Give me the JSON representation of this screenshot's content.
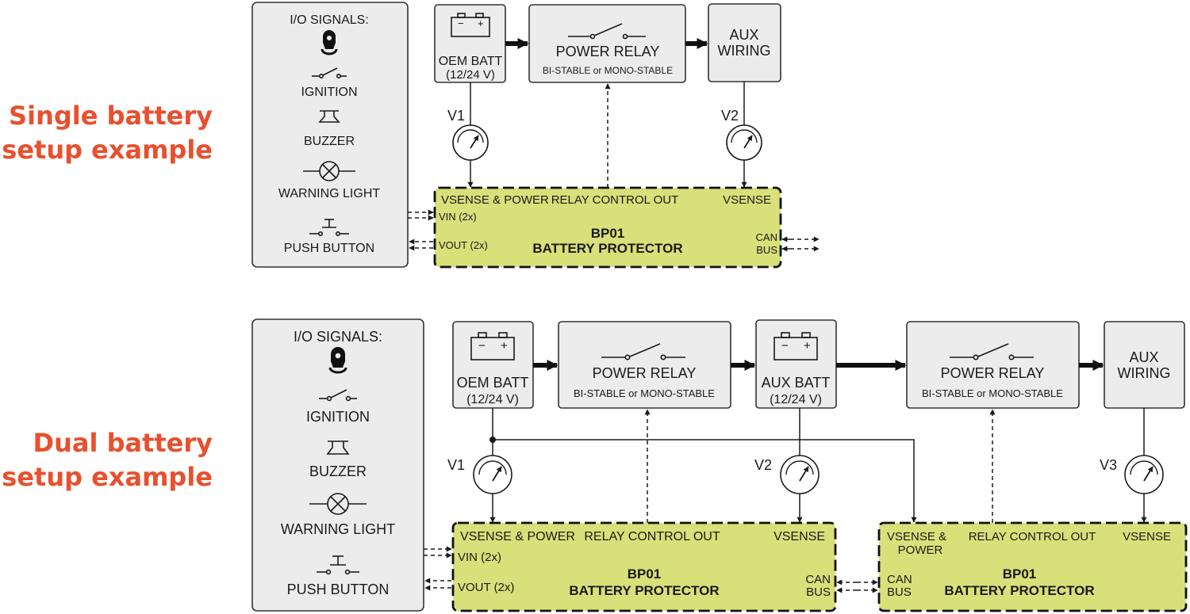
{
  "colors": {
    "title": "#e8502e",
    "protector_fill": "#d8e07a",
    "box_fill": "#ececec"
  },
  "icons": [
    "ignition-key-icon",
    "switch-icon",
    "buzzer-icon",
    "warning-light-icon",
    "push-button-icon",
    "battery-icon",
    "relay-switch-icon",
    "voltmeter-icon"
  ],
  "single": {
    "title_line1": "Single battery",
    "title_line2": "setup example",
    "io_title": "I/O SIGNALS:",
    "ignition": "IGNITION",
    "buzzer": "BUZZER",
    "warning_light": "WARNING LIGHT",
    "push_button": "PUSH BUTTON",
    "oem_batt_line1": "OEM BATT",
    "oem_batt_line2": "(12/24 V)",
    "relay_title": "POWER RELAY",
    "relay_sub": "BI-STABLE or MONO-STABLE",
    "aux_line1": "AUX",
    "aux_line2": "WIRING",
    "v1": "V1",
    "v2": "V2",
    "vsense_power": "VSENSE & POWER",
    "relay_control_out": "RELAY CONTROL OUT",
    "vsense": "VSENSE",
    "vin": "VIN (2x)",
    "vout": "VOUT (2x)",
    "bp_name": "BP01",
    "bp_desc": "BATTERY PROTECTOR",
    "can": "CAN",
    "bus": "BUS"
  },
  "dual": {
    "title_line1": "Dual battery",
    "title_line2": "setup example",
    "io_title": "I/O SIGNALS:",
    "ignition": "IGNITION",
    "buzzer": "BUZZER",
    "warning_light": "WARNING LIGHT",
    "push_button": "PUSH BUTTON",
    "oem_batt_line1": "OEM BATT",
    "oem_batt_line2": "(12/24 V)",
    "relay1_title": "POWER RELAY",
    "relay1_sub": "BI-STABLE or MONO-STABLE",
    "aux_batt_line1": "AUX BATT",
    "aux_batt_line2": "(12/24 V)",
    "relay2_title": "POWER RELAY",
    "relay2_sub": "BI-STABLE or MONO-STABLE",
    "aux_line1": "AUX",
    "aux_line2": "WIRING",
    "v1": "V1",
    "v2": "V2",
    "v3": "V3",
    "bp1": {
      "vsense_power": "VSENSE & POWER",
      "relay_control_out": "RELAY CONTROL OUT",
      "vsense": "VSENSE",
      "vin": "VIN (2x)",
      "vout": "VOUT (2x)",
      "name": "BP01",
      "desc": "BATTERY PROTECTOR",
      "can": "CAN",
      "bus": "BUS"
    },
    "bp2": {
      "vsense_line1": "VSENSE &",
      "vsense_line2": "POWER",
      "relay_control_out": "RELAY CONTROL OUT",
      "vsense": "VSENSE",
      "name": "BP01",
      "desc": "BATTERY PROTECTOR",
      "can": "CAN",
      "bus": "BUS"
    }
  }
}
